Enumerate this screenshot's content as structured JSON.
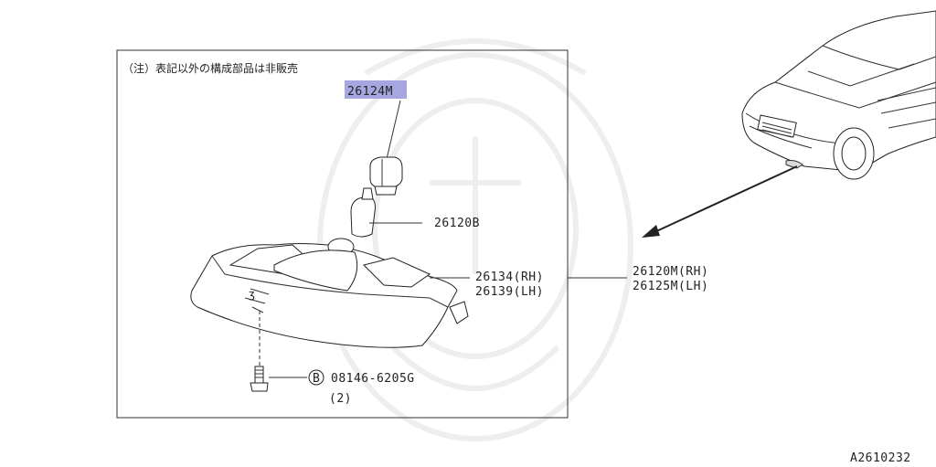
{
  "diagram": {
    "note": "（注）表記以外の構成部品は非販売",
    "highlight_color": "#a6a6e0",
    "parts": {
      "bulb_socket": {
        "number": "26124",
        "suffix": "M"
      },
      "bulb": {
        "number": "26120B"
      },
      "lens_rh": {
        "number": "26134(RH)"
      },
      "lens_lh": {
        "number": "26139(LH)"
      },
      "assembly_rh": {
        "number": "26120M(RH)"
      },
      "assembly_lh": {
        "number": "26125M(LH)"
      },
      "bolt": {
        "symbol": "B",
        "number": "08146-6205G",
        "quantity": "(2)"
      }
    },
    "figure_code": "A2610232"
  }
}
